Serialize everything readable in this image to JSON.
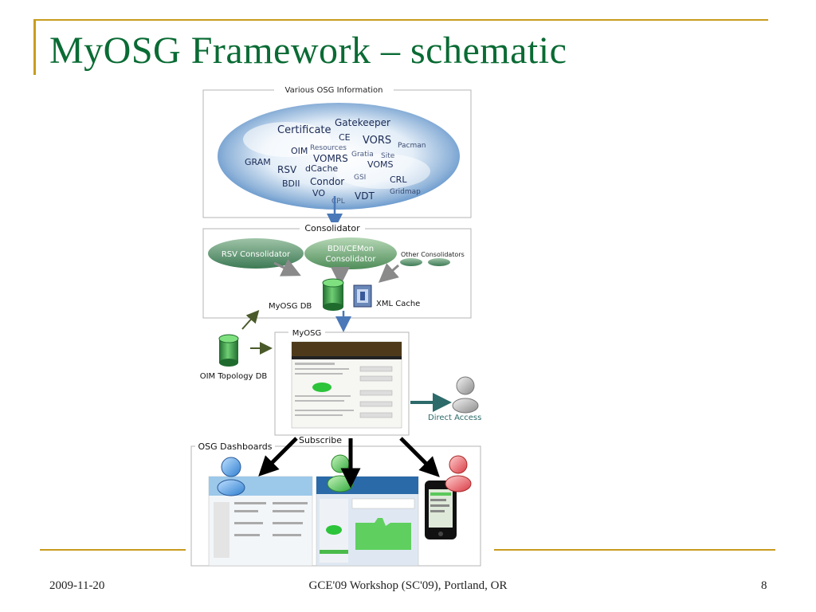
{
  "slide": {
    "title": "MyOSG Framework – schematic",
    "footer_date": "2009-11-20",
    "footer_event": "GCE'09 Workshop (SC'09), Portland, OR",
    "page_number": "8",
    "accent_color": "#c89c1e",
    "title_color": "#0a6b34"
  },
  "info_box": {
    "label": "Various OSG Information",
    "terms": [
      "Certificate",
      "Gatekeeper",
      "CE",
      "VORS",
      "Pacman",
      "OIM",
      "Resources",
      "Gratia",
      "Site",
      "GRAM",
      "VOMRS",
      "VOMS",
      "RSV",
      "dCache",
      "GSI",
      "CRL",
      "BDII",
      "Condor",
      "VO",
      "VDT",
      "CPL",
      "Gridmap"
    ]
  },
  "consolidator": {
    "label": "Consolidator",
    "rsv": "RSV Consolidator",
    "bdii_line1": "BDII/CEMon",
    "bdii_line2": "Consolidator",
    "other": "Other Consolidators",
    "db": "MyOSG DB",
    "cache": "XML Cache"
  },
  "oim_db": "OIM Topology DB",
  "myosg": {
    "label": "MyOSG",
    "direct_access": "Direct Access"
  },
  "dashboards": {
    "label": "OSG Dashboards",
    "subscribe": "Subscribe"
  }
}
